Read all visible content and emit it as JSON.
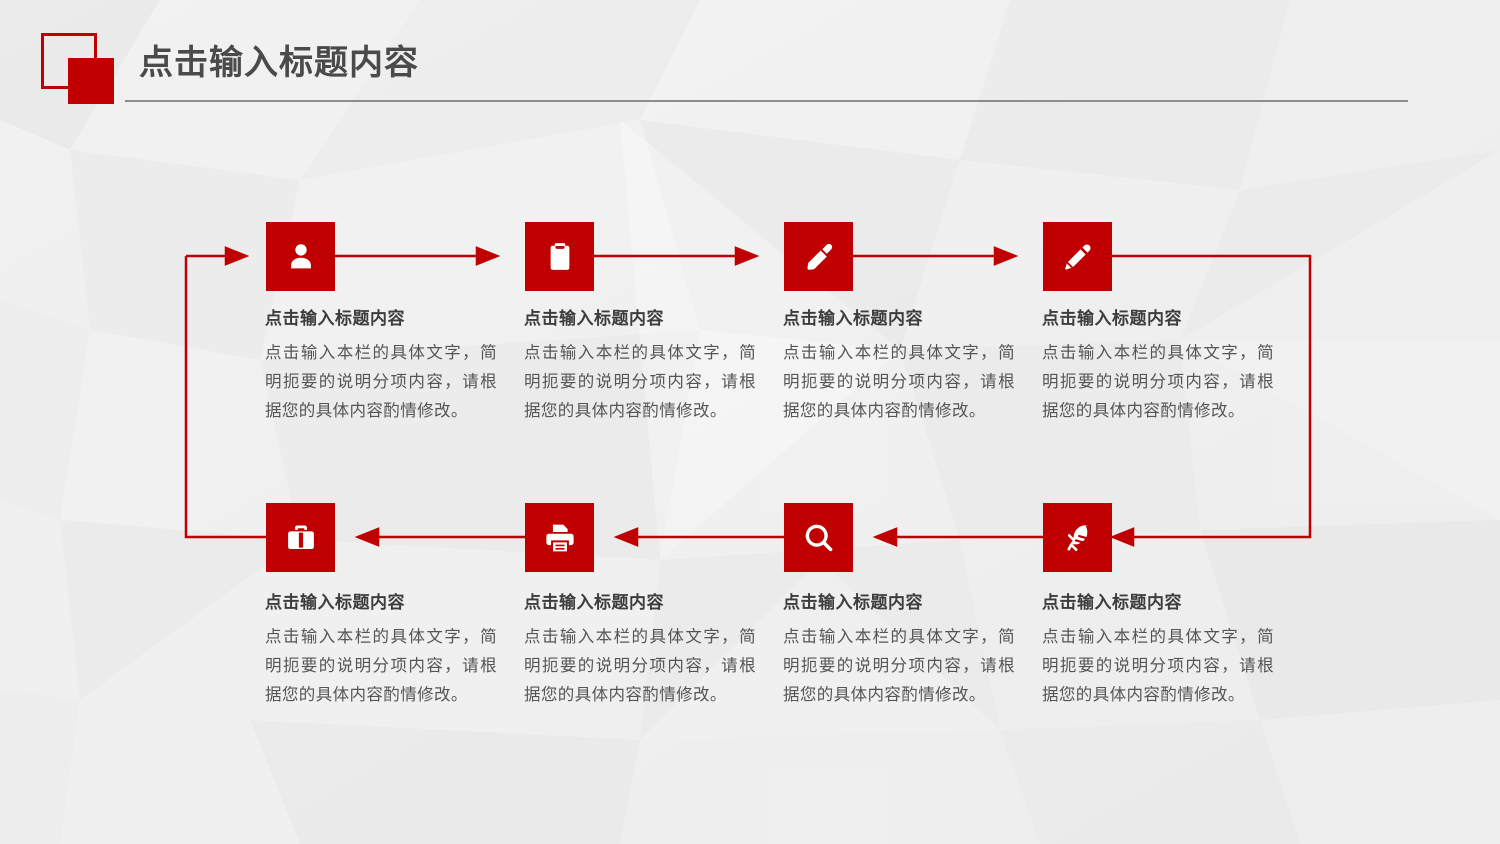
{
  "header": {
    "title": "点击输入标题内容",
    "logo_outline_icon": "square-outline-icon",
    "logo_fill_icon": "square-filled-icon"
  },
  "theme": {
    "accent_red": "#c00000",
    "background": "#eeeeee",
    "title_color": "#4a4a4a",
    "body_text_color": "#555555",
    "rule_color": "#8d8d8d"
  },
  "flow": {
    "direction_note": "circular process: top row left-to-right, right side down, bottom row right-to-left, left side up",
    "steps": [
      {
        "index": 1,
        "row": "top",
        "icon": "user-icon",
        "title": "点击输入标题内容",
        "body": "点击输入本栏的具体文字，简明扼要的说明分项内容，请根据您的具体内容酌情修改。"
      },
      {
        "index": 2,
        "row": "top",
        "icon": "clipboard-icon",
        "title": "点击输入标题内容",
        "body": "点击输入本栏的具体文字，简明扼要的说明分项内容，请根据您的具体内容酌情修改。"
      },
      {
        "index": 3,
        "row": "top",
        "icon": "flashlight-icon",
        "title": "点击输入标题内容",
        "body": "点击输入本栏的具体文字，简明扼要的说明分项内容，请根据您的具体内容酌情修改。"
      },
      {
        "index": 4,
        "row": "top",
        "icon": "pencil-icon",
        "title": "点击输入标题内容",
        "body": "点击输入本栏的具体文字，简明扼要的说明分项内容，请根据您的具体内容酌情修改。"
      },
      {
        "index": 5,
        "row": "bottom",
        "icon": "briefcase-icon",
        "title": "点击输入标题内容",
        "body": "点击输入本栏的具体文字，简明扼要的说明分项内容，请根据您的具体内容酌情修改。"
      },
      {
        "index": 6,
        "row": "bottom",
        "icon": "printer-icon",
        "title": "点击输入标题内容",
        "body": "点击输入本栏的具体文字，简明扼要的说明分项内容，请根据您的具体内容酌情修改。"
      },
      {
        "index": 7,
        "row": "bottom",
        "icon": "search-icon",
        "title": "点击输入标题内容",
        "body": "点击输入本栏的具体文字，简明扼要的说明分项内容，请根据您的具体内容酌情修改。"
      },
      {
        "index": 8,
        "row": "bottom",
        "icon": "feather-icon",
        "title": "点击输入标题内容",
        "body": "点击输入本栏的具体文字，简明扼要的说明分项内容，请根据您的具体内容酌情修改。"
      }
    ]
  }
}
